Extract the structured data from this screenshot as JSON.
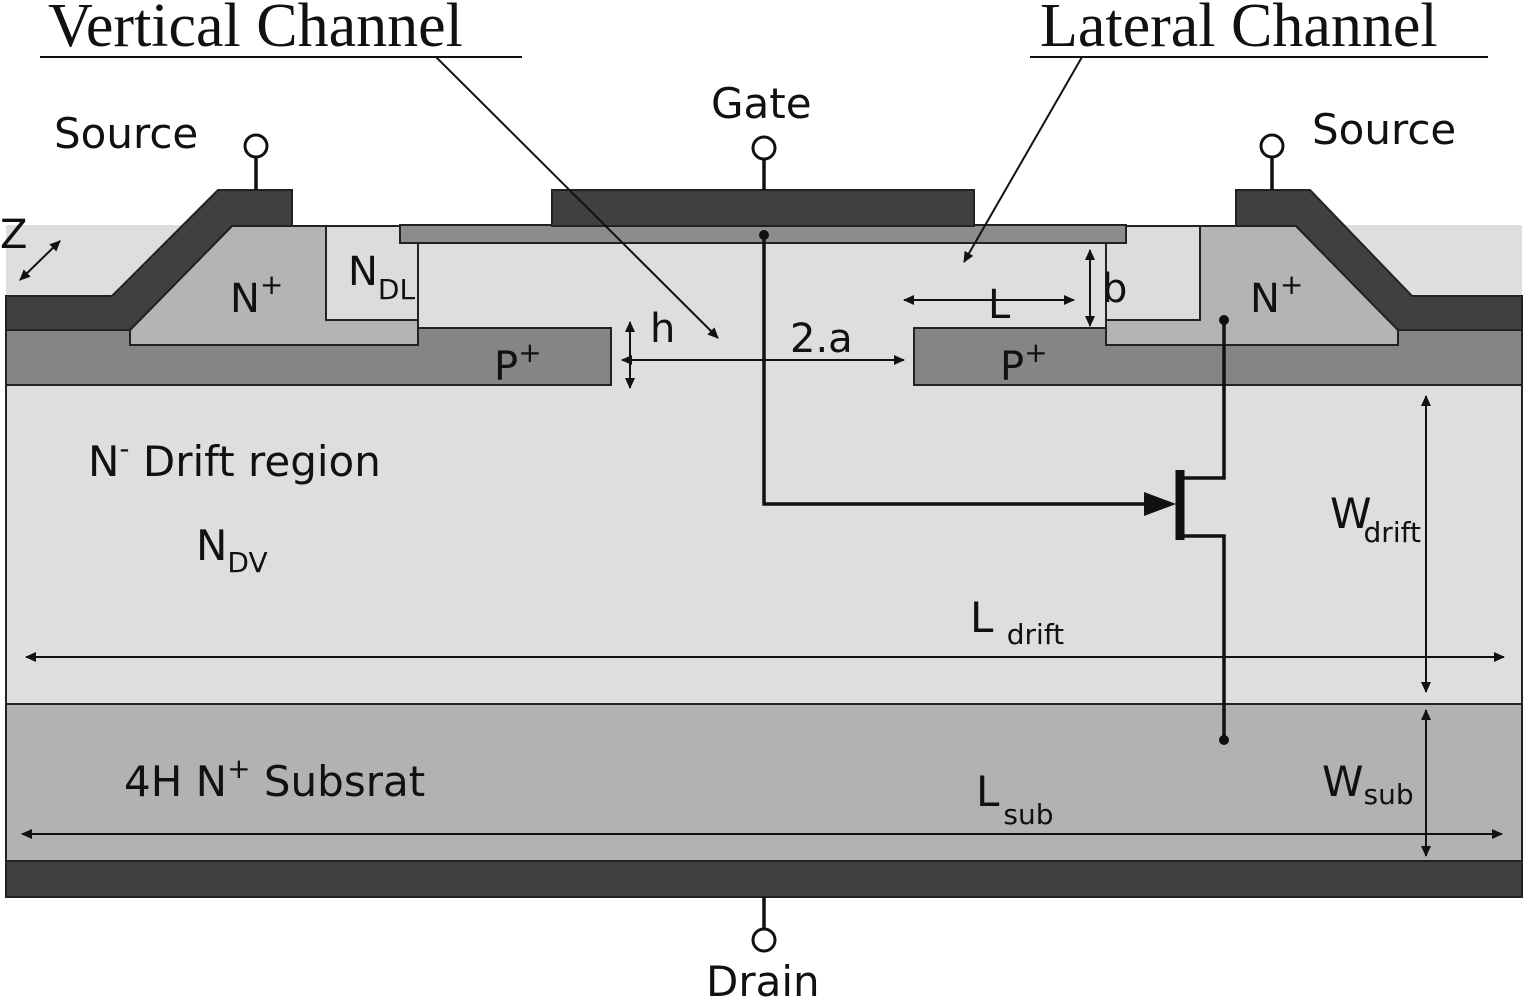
{
  "titles": {
    "vertical_channel": "Vertical Channel",
    "lateral_channel": "Lateral Channel"
  },
  "terminals": {
    "source_left": "Source",
    "gate": "Gate",
    "source_right": "Source",
    "drain": "Drain"
  },
  "axis": {
    "z": "Z"
  },
  "regions": {
    "n_plus_left": {
      "base": "N",
      "sup": "+"
    },
    "n_plus_right": {
      "base": "N",
      "sup": "+"
    },
    "n_dl": {
      "base": "N",
      "sub": "DL"
    },
    "p_plus_left": {
      "base": "P",
      "sup": "+"
    },
    "p_plus_right": {
      "base": "P",
      "sup": "+"
    },
    "drift_region": {
      "base": "N",
      "sup": "-",
      "rest": " Drift region"
    },
    "n_dv": {
      "base": "N",
      "sub": "DV"
    },
    "substrate": {
      "prefix": "4H N",
      "sup": "+",
      "rest": " Subsrat"
    }
  },
  "dimensions": {
    "h": "h",
    "two_a": "2.a",
    "L": "L",
    "b": "b",
    "w_drift": {
      "base": "W",
      "sub": "drift"
    },
    "l_drift": {
      "base": "L ",
      "sub": "drift"
    },
    "w_sub": {
      "base": "W",
      "sub": "sub"
    },
    "l_sub": {
      "base": "L",
      "sub": "sub"
    }
  },
  "colors": {
    "metal": "#404040",
    "n_plus": "#b4b4b4",
    "p_plus": "#858585",
    "drift": "#dedede",
    "substrate": "#b2b2b2",
    "n_dl": "#dcdcdc",
    "lines": "#111111"
  }
}
